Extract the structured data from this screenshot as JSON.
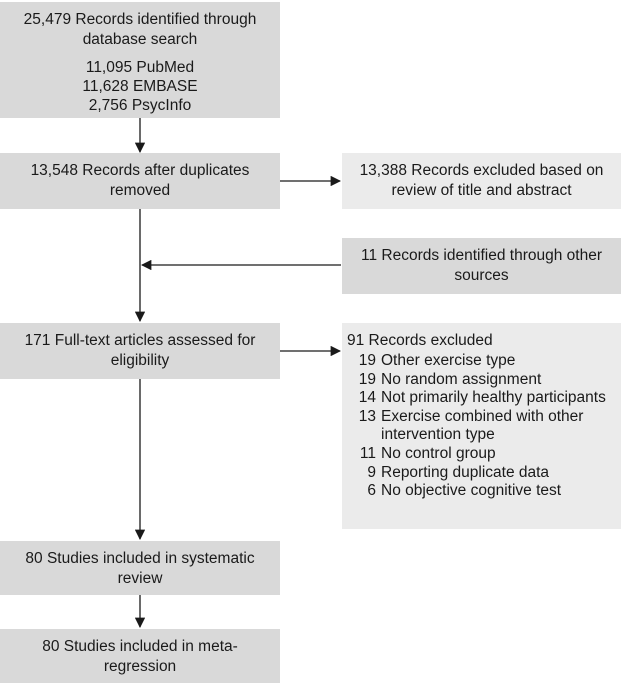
{
  "boxes": {
    "identified": {
      "lines": [
        "25,479 Records identified through",
        "database search"
      ],
      "databases": [
        "11,095 PubMed",
        "11,628 EMBASE",
        "2,756 PsycInfo"
      ]
    },
    "after_duplicates": {
      "lines": [
        "13,548 Records after duplicates",
        "removed"
      ]
    },
    "excluded_title": {
      "lines": [
        "13,388 Records excluded based on",
        "review of title and abstract"
      ]
    },
    "other_sources": {
      "lines": [
        "11 Records identified through other",
        "sources"
      ]
    },
    "fulltext": {
      "lines": [
        "171 Full-text articles assessed for",
        "eligibility"
      ]
    },
    "excluded_fulltext": {
      "title": "91 Records excluded",
      "reasons": [
        {
          "count": "19",
          "text": "Other exercise type"
        },
        {
          "count": "19",
          "text": "No random assignment"
        },
        {
          "count": "14",
          "text": "Not primarily healthy participants"
        },
        {
          "count": "13",
          "text": "Exercise combined with other"
        },
        {
          "count": "",
          "text": "intervention type"
        },
        {
          "count": "11",
          "text": "No control group"
        },
        {
          "count": "9",
          "text": "Reporting duplicate data"
        },
        {
          "count": "6",
          "text": "No objective cognitive test"
        }
      ]
    },
    "systematic_review": {
      "lines": [
        "80 Studies included in systematic",
        "review"
      ]
    },
    "meta_regression": {
      "lines": [
        "80 Studies included in meta-",
        "regression"
      ]
    }
  },
  "colors": {
    "box_dark": "#d9d9d9",
    "box_light": "#ebebeb",
    "arrow": "#1a1a1a"
  }
}
